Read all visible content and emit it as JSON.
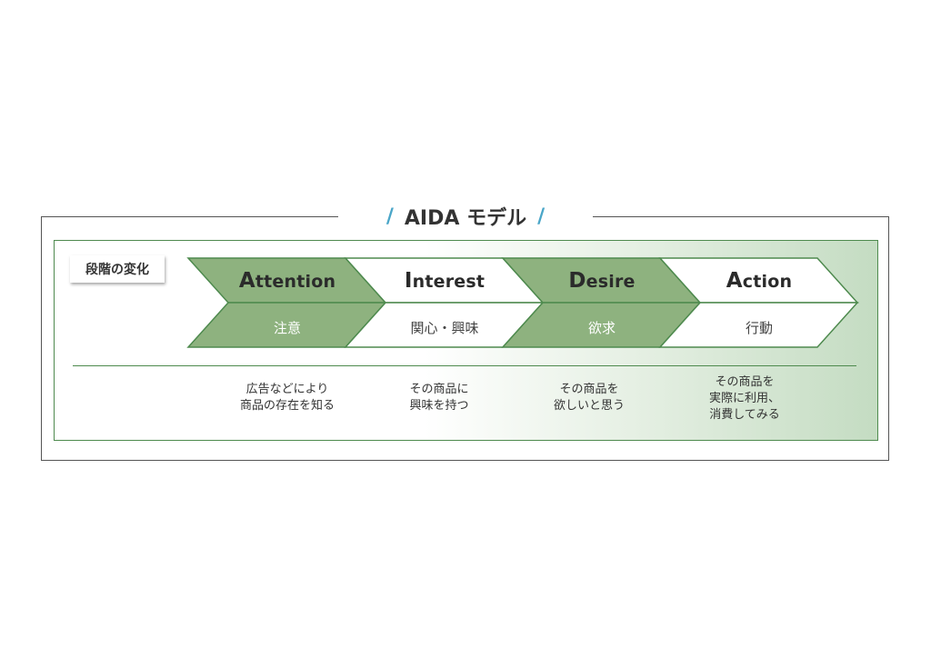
{
  "title": "AIDA モデル",
  "title_slash_left": "/",
  "title_slash_right": "/",
  "stage_label": "段階の変化",
  "colors": {
    "green_fill": "#8eb27f",
    "green_border": "#4e8a4e",
    "white_fill": "#ffffff",
    "slash_blue": "#4aa6c8",
    "text_dark": "#2b2b2b",
    "text_on_white": "#444444"
  },
  "stages": [
    {
      "cap": "A",
      "rest": "ttention",
      "jp": "注意",
      "desc": "広告などにより\n商品の存在を知る",
      "filled": true
    },
    {
      "cap": "I",
      "rest": "nterest",
      "jp": "関心・興味",
      "desc": "その商品に\n興味を持つ",
      "filled": false
    },
    {
      "cap": "D",
      "rest": "esire",
      "jp": "欲求",
      "desc": "その商品を\n欲しいと思う",
      "filled": true
    },
    {
      "cap": "A",
      "rest": "ction",
      "jp": "行動",
      "desc": "その商品を\n実際に利用、\n消費してみる",
      "filled": false
    }
  ]
}
